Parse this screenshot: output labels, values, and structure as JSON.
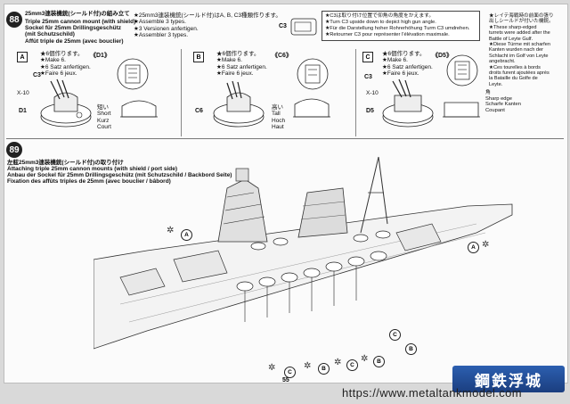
{
  "step88": {
    "number": "88",
    "title_jp": "25mm3連装機銃(シールド付)の組み立て",
    "title_en": "Triple 25mm cannon mount (with shield)",
    "title_de": "Sockel für 25mm Drillingsgeschütz\n(mit Schutzschild)",
    "title_fr": "Affût triple de 25mm (avec bouclier)",
    "note1": "★25mm3連装機銃(シールド付)はA, B, C3種類作ります。\n★Assemble 3 types.\n★3 Versionen anfertigen.\n★Assembler 3 types.",
    "note2": "★C3は取り付け位置で仰角の角度をかえます。\n★Turn C3 upside down to depict high gun angle.\n★Für die Darstellung hoher Rohrerhöhung Turm C3 umdrehen.\n★Retourner C3 pour représenter l'élévation maximale.",
    "panel_a": {
      "letter": "A",
      "make": "★6個作ります。\n★Make 6.\n★6 Satz anfertigen.\n★Faire 6 jeux.",
      "part1": "C3",
      "part2": "D1",
      "callout": "《D1》",
      "count": "X-10"
    },
    "panel_b": {
      "letter": "B",
      "make": "★6個作ります。\n★Make 6.\n★6 Satz anfertigen.\n★Faire 6 jeux.",
      "part1": "C6",
      "callout": "《C6》"
    },
    "panel_c": {
      "letter": "C",
      "make": "★6個作ります。\n★Make 6.\n★6 Satz anfertigen.\n★Faire 6 jeux.",
      "part1": "C3",
      "part2": "D5",
      "callout": "《D5》",
      "count": "X-10"
    },
    "short_label": "短い\nShort\nKurz\nCourt",
    "tall_label": "高い\nTall\nHoch\nHaut",
    "sharp_label": "角\nSharp edge\nScharfe Kanten\nCoupant",
    "side_note": "★レイテ海戦時の前面の張り\n出しシールドが付いた機銃。\n★These sharp-edged\nturrets were added after the\nBattle of Leyte Gulf.\n★Diese Türme mit scharfen\nKanten wurden nach der\nSchlacht im Golf von Leyte\nangebracht.\n★Ces tourelles à bords\ndroits furent ajoutées après\nla Bataille du Golfe de\nLeyte."
  },
  "step89": {
    "number": "89",
    "title_jp": "左舷25mm3連装機銃(シールド付)の取り付け",
    "title_en": "Attaching triple 25mm cannon mounts (with shield / port side)",
    "title_de": "Anbau der Sockel für 25mm Drillingsgeschütz (mit Schutzschild / Backbord Seite)",
    "title_fr": "Fixation des affûts triples de 25mm (avec bouclier / bâbord)",
    "callouts": [
      "A",
      "A",
      "C",
      "B",
      "C",
      "B",
      "C",
      "B"
    ]
  },
  "page_number": "55",
  "footer": {
    "url": "https://www.metaltankmodel.com",
    "logo": "鋼鉄浮城"
  }
}
